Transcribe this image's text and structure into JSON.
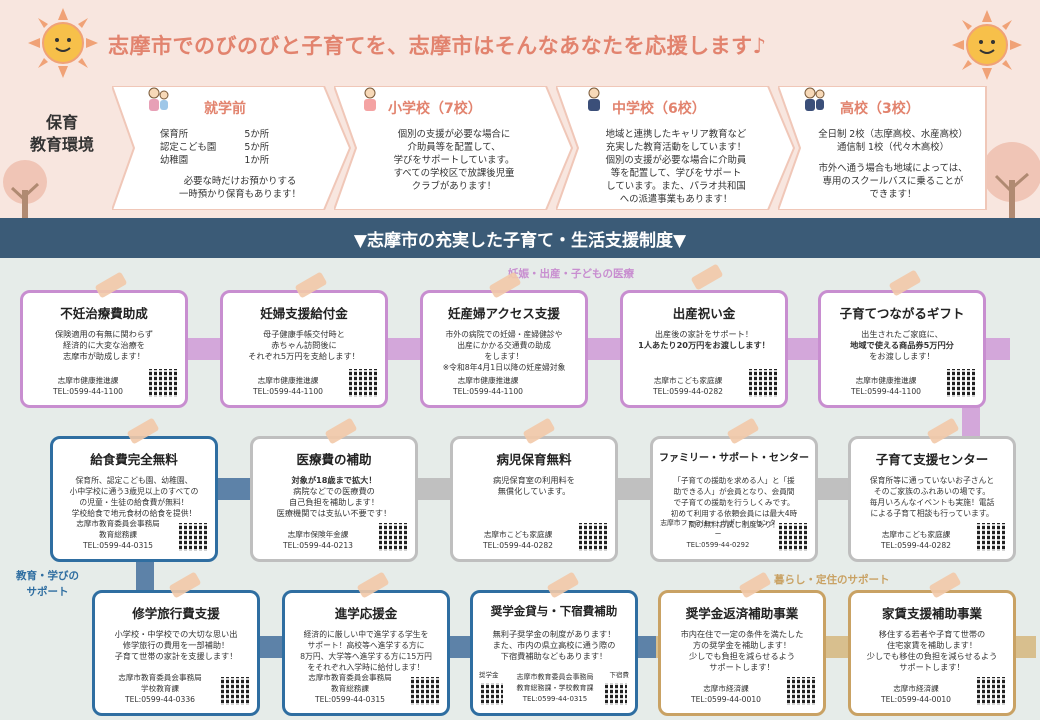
{
  "banner": "志摩市でのびのびと子育てを、志摩市はそんなあなたを応援します♪",
  "env_label": [
    "保育",
    "教育環境"
  ],
  "stages": [
    {
      "title": "就学前",
      "lines": [
        "保育所　　　　　　5か所",
        "認定こども園　　　5か所",
        "幼稚園　　　　　　1か所",
        "",
        "必要な時だけお預かりする",
        "一時預かり保育もあります！"
      ]
    },
    {
      "title": "小学校（7校）",
      "lines": [
        "個別の支援が必要な場合に",
        "介助員等を配置して、",
        "学びをサポートしています。",
        "すべての学校区で放課後児童",
        "クラブがあります！"
      ]
    },
    {
      "title": "中学校（6校）",
      "lines": [
        "地域と連携したキャリア教育など",
        "充実した教育活動をしています！",
        "個別の支援が必要な場合に介助員",
        "等を配置して、学びをサポート",
        "しています。また、パラオ共和国",
        "への派遣事業もあります！"
      ]
    },
    {
      "title": "高校（3校）",
      "lines": [
        "全日制 2校（志摩高校、水産高校）",
        "通信制 1校（代々木高校）",
        "",
        "市外へ通う場合も地域によっては、",
        "専用のスクールバスに乗ることが",
        "できます！"
      ]
    }
  ],
  "section_title": "▼志摩市の充実した子育て・生活支援制度▼",
  "section_labels": {
    "pregnancy": "妊娠・出産・子どもの医療",
    "education": [
      "教育・学びの",
      "サポート"
    ],
    "living": "暮らし・定住のサポート"
  },
  "row1": [
    {
      "title": "不妊治療費助成",
      "body": [
        "保険適用の有無に関わらず",
        "経済的に大変な治療を",
        "志摩市が助成します！"
      ],
      "dept": [
        "志摩市健康推進課",
        "TEL:0599-44-1100"
      ]
    },
    {
      "title": "妊婦支援給付金",
      "body": [
        "母子健康手帳交付時と",
        "赤ちゃん訪問後に",
        "それぞれ5万円を支給します！"
      ],
      "dept": [
        "志摩市健康推進課",
        "TEL:0599-44-1100"
      ]
    },
    {
      "title": "妊産婦アクセス支援",
      "body": [
        "市外の病院での妊婦・産婦健診や",
        "出産にかかる交通費の助成",
        "をします！",
        "※令和8年4月1日以降の妊産婦対象"
      ],
      "dept": [
        "志摩市健康推進課",
        "TEL:0599-44-1100"
      ]
    },
    {
      "title": "出産祝い金",
      "body": [
        "出産後の家計をサポート！",
        "1人あたり20万円をお渡しします！"
      ],
      "dept": [
        "志摩市こども家庭課",
        "TEL:0599-44-0282"
      ]
    },
    {
      "title": "子育てつながるギフト",
      "body": [
        "出生されたご家庭に、",
        "地域で使える商品券5万円分",
        "をお渡しします！"
      ],
      "dept": [
        "志摩市健康推進課",
        "TEL:0599-44-1100"
      ]
    }
  ],
  "row2": [
    {
      "title": "給食費完全無料",
      "body": [
        "保育所、認定こども園、幼稚園、",
        "小中学校に通う3歳児以上のすべての",
        "の児童・生徒の給食費が無料！",
        "学校給食で地元食材の給食を提供！"
      ],
      "dept": [
        "志摩市教育委員会事務局",
        "教育総務課",
        "TEL:0599-44-0315"
      ]
    },
    {
      "title": "医療費の補助",
      "body": [
        "対象が18歳まで拡大！",
        "病院などでの医療費の",
        "自己負担を補助します！",
        "医療機関では支払い不要です！"
      ],
      "dept": [
        "志摩市保険年金課",
        "TEL:0599-44-0213"
      ]
    },
    {
      "title": "病児保育無料",
      "body": [
        "病児保育室の利用料を",
        "無償化しています。"
      ],
      "dept": [
        "志摩市こども家庭課",
        "TEL:0599-44-0282"
      ]
    },
    {
      "title": "ファミリー・サポート・センター",
      "body": [
        "「子育ての援助を求める人」と「援",
        "助できる人」が会員となり、会員間",
        "で子育ての援助を行うしくみです。",
        "初めて利用する依頼会員には最大4時",
        "間の無料お試し制度あり！"
      ],
      "dept": [
        "志摩市ファミリー・サポート・センター",
        "TEL:0599-44-0292"
      ]
    },
    {
      "title": "子育て支援センター",
      "body": [
        "保育所等に通っていないお子さんと",
        "そのご家族のふれあいの場です。",
        "毎月いろんなイベントも実施！電話",
        "による子育て相談も行っています。"
      ],
      "dept": [
        "志摩市こども家庭課",
        "TEL:0599-44-0282"
      ]
    }
  ],
  "row3": [
    {
      "title": "修学旅行費支援",
      "body": [
        "小学校・中学校での大切な思い出",
        "修学旅行の費用を一部補助！",
        "子育て世帯の家計を支援します！"
      ],
      "dept": [
        "志摩市教育委員会事務局",
        "学校教育課",
        "TEL:0599-44-0336"
      ]
    },
    {
      "title": "進学応援金",
      "body": [
        "経済的に厳しい中で進学する学生を",
        "サポート！高校等へ進学する方に",
        "8万円、大学等へ進学する方に15万円",
        "をそれぞれ入学時に給付します！"
      ],
      "dept": [
        "志摩市教育委員会事務局",
        "教育総務課",
        "TEL:0599-44-0315"
      ]
    },
    {
      "title": "奨学金貸与・下宿費補助",
      "body": [
        "無利子奨学金の制度があります！",
        "また、市内の県立高校に通う際の",
        "下宿費補助などもあります！"
      ],
      "dept": [
        "志摩市教育委員会事務局",
        "教育総務課・学校教育課",
        "TEL:0599-44-0315"
      ],
      "qr_labels": [
        "奨学金",
        "下宿費"
      ]
    },
    {
      "title": "奨学金返済補助事業",
      "body": [
        "市内在住で一定の条件を満たした",
        "方の奨学金を補助します！",
        "少しでも負担を減らせるよう",
        "サポートします！"
      ],
      "dept": [
        "志摩市経済課",
        "TEL:0599-44-0010"
      ]
    },
    {
      "title": "家賃支援補助事業",
      "body": [
        "移住する若者や子育て世帯の",
        "住宅家賃を補助します！",
        "少しでも移住の負担を減らせるよう",
        "サポートします！"
      ],
      "dept": [
        "志摩市経済課",
        "TEL:0599-44-0010"
      ]
    }
  ],
  "colors": {
    "accent": "#e2836e",
    "navy": "#3b5b77",
    "pink_border": "#c88ed0",
    "blue_border": "#2f6ea1",
    "gold_border": "#c9a264",
    "gray_border": "#bfbfbf"
  },
  "icons": [
    "sun-icon",
    "tree-icon",
    "child-icon",
    "qr-code-icon",
    "tape-icon"
  ]
}
